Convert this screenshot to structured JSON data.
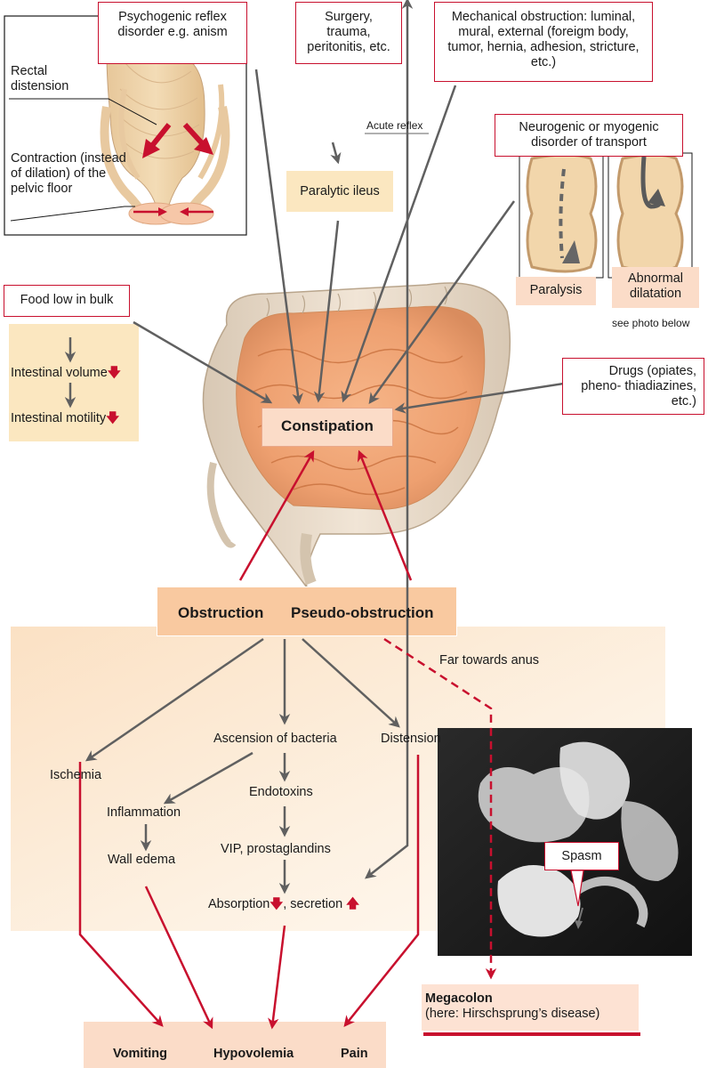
{
  "figure": {
    "anism_box": "Psychogenic reflex disorder e.g. anism",
    "surgery_box": "Surgery, trauma, peritonitis, etc.",
    "mechanical_box": "Mechanical obstruction: luminal, mural, external (foreigm body, tumor, hernia, adhesion, stricture, etc.)",
    "rectal_distension": "Rectal distension",
    "pelvic_contraction": "Contraction (instead of dilation) of the pelvic floor",
    "acute_reflex": "Acute reflex",
    "paralytic_ileus": "Paralytic ileus",
    "neurogenic_box": "Neurogenic or myogenic disorder of transport",
    "paralysis": "Paralysis",
    "abnormal_dilatation": "Abnormal dilatation",
    "see_photo": "see photo below",
    "food_box": "Food low in bulk",
    "intestinal_volume": "Intestinal volume",
    "intestinal_motility": "Intestinal motility",
    "drugs_box": "Drugs (opiates, pheno- thiadiazines, etc.)",
    "constipation": "Constipation",
    "obstruction": "Obstruction",
    "pseudo_obstruction": "Pseudo-obstruction",
    "far_towards_anus": "Far towards anus",
    "ascension": "Ascension of bacteria",
    "distension": "Distension",
    "ischemia": "Ischemia",
    "endotoxins": "Endotoxins",
    "inflammation": "Inflammation",
    "wall_edema": "Wall edema",
    "vip": "VIP, prostaglandins",
    "absorption": "Absorption",
    "secretion": ", secretion",
    "spasm": "Spasm",
    "megacolon_title": "Megacolon",
    "megacolon_sub": "(here: Hirschsprung’s disease)",
    "vomiting": "Vomiting",
    "hypovolemia": "Hypovolemia",
    "pain": "Pain"
  },
  "colors": {
    "red": "#c8102e",
    "arrow_gray": "#606060",
    "peach": "#fbdcc8",
    "cream": "#fbe7c0"
  }
}
